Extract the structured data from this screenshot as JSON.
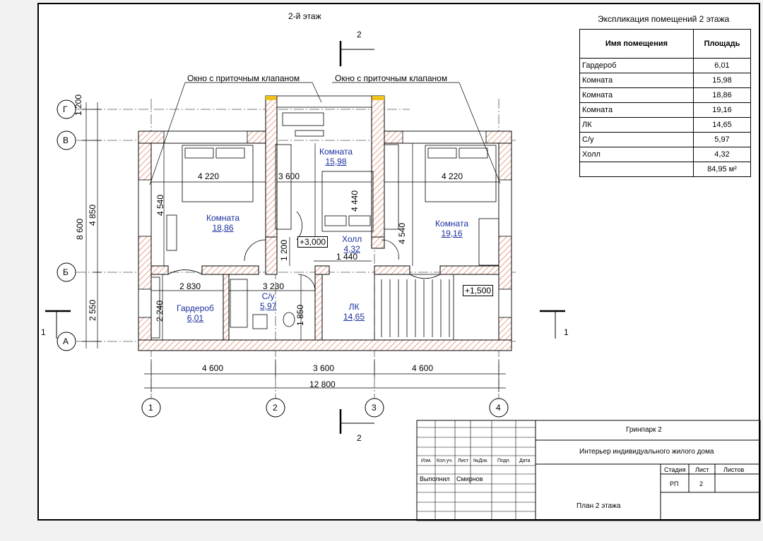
{
  "plan": {
    "title": "2-й этаж",
    "window_label_left": "Окно с приточным клапаном",
    "window_label_right": "Окно с приточным клапаном",
    "section_mark": "2",
    "section_mark_bottom": "2",
    "section1_left": "1",
    "section1_right": "1",
    "level_hall": "+3,000",
    "level_stairs": "+1,500"
  },
  "axes": {
    "letters": [
      "Г",
      "В",
      "Б",
      "А"
    ],
    "numbers": [
      "1",
      "2",
      "3",
      "4"
    ]
  },
  "dimensions": {
    "left_outer": [
      "1 200",
      "4 850",
      "2 550"
    ],
    "left_total": "8 600",
    "bottom_segments": [
      "4 600",
      "3 600",
      "4 600"
    ],
    "bottom_total": "12 800",
    "bed_left": "4 220",
    "bed_right": "4 220",
    "center_width": "3 600",
    "center_depth": "4 440",
    "left_room_depth": "4 540",
    "right_room_depth": "4 540",
    "hall_wall": "1 200",
    "hall_width": "1 440",
    "wardrobe_width": "2 830",
    "wardrobe_depth": "2 240",
    "bath_width": "3 230",
    "bath_depth": "1 850"
  },
  "rooms": [
    {
      "name": "Комната",
      "area": "15,98"
    },
    {
      "name": "Комната",
      "area": "18,86"
    },
    {
      "name": "Комната",
      "area": "19,16"
    },
    {
      "name": "Холл",
      "area": "4,32"
    },
    {
      "name": "Гардероб",
      "area": "6,01"
    },
    {
      "name": "С/у",
      "area": "5,97"
    },
    {
      "name": "ЛК",
      "area": "14,65"
    }
  ],
  "explication": {
    "title": "Экспликация помещений 2 этажа",
    "col_name": "Имя помещения",
    "col_area": "Площадь",
    "rows": [
      {
        "name": "Гардероб",
        "area": "6,01"
      },
      {
        "name": "Комната",
        "area": "15,98"
      },
      {
        "name": "Комната",
        "area": "18,86"
      },
      {
        "name": "Комната",
        "area": "19,16"
      },
      {
        "name": "ЛК",
        "area": "14,65"
      },
      {
        "name": "С/у",
        "area": "5,97"
      },
      {
        "name": "Холл",
        "area": "4,32"
      }
    ],
    "total": "84,95 м²"
  },
  "stamp": {
    "project": "Гринпарк 2",
    "object": "Интерьер индивидуального жилого дома",
    "headers": [
      "Изм.",
      "Кол.уч.",
      "Лист",
      "№Док.",
      "Подп.",
      "Дата"
    ],
    "stage_label": "Стадия",
    "sheet_label": "Лист",
    "sheets_label": "Листов",
    "stage": "РП",
    "sheet": "2",
    "role": "Выполнил",
    "person": "Смирнов",
    "drawing": "План 2 этажа"
  }
}
